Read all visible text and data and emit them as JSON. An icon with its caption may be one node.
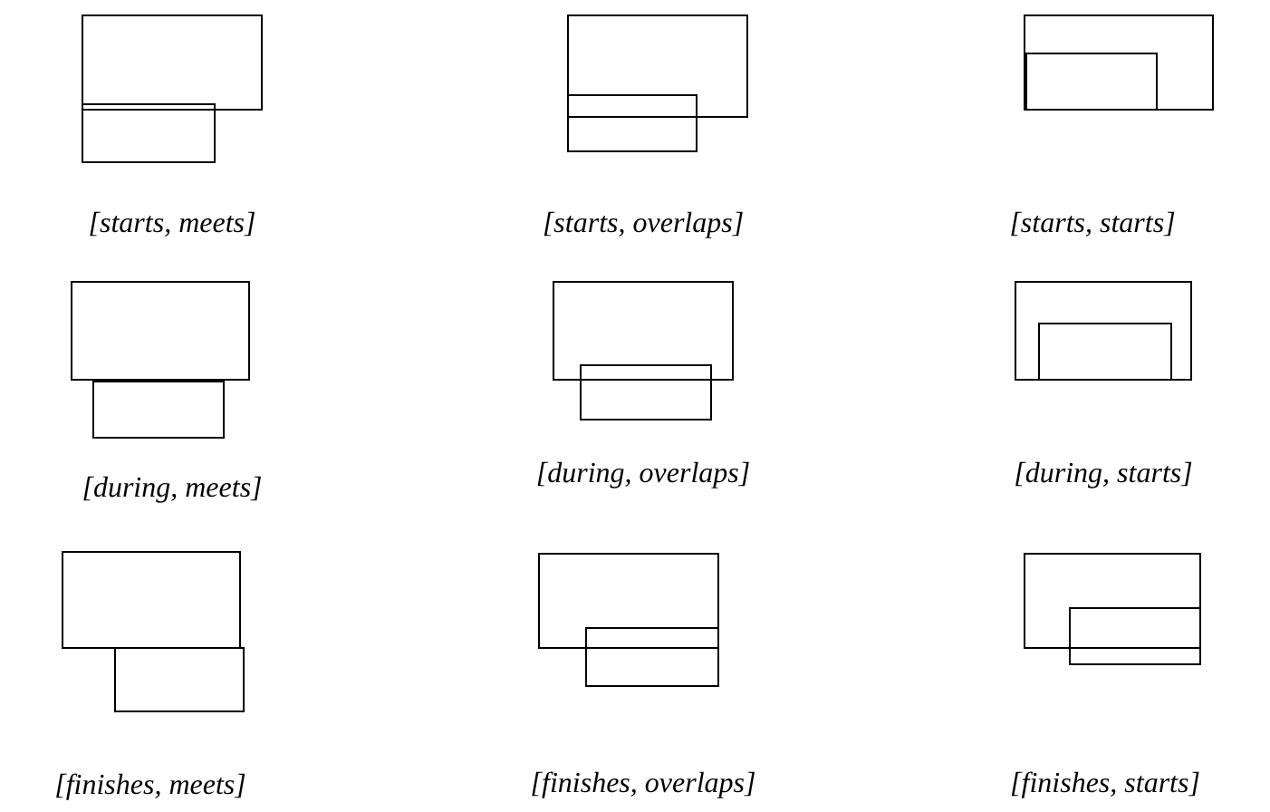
{
  "diagram": {
    "nodes": [
      {
        "text": [],
        "shape": "box"
      },
      {
        "text": [],
        "shape": "box"
      },
      {
        "text": [],
        "shape": "box"
      },
      {
        "text": [],
        "shape": "box"
      },
      {
        "text": [],
        "shape": "box"
      },
      {
        "text": [],
        "shape": "box",
        "in": 4
      },
      {
        "text": [],
        "shape": "box"
      },
      {
        "text": [],
        "shape": "box"
      },
      {
        "text": [],
        "shape": "box"
      },
      {
        "text": [],
        "shape": "box"
      },
      {
        "text": [],
        "shape": "box"
      },
      {
        "text": [],
        "shape": "box",
        "in": 10
      },
      {
        "text": [],
        "shape": "box"
      },
      {
        "text": [],
        "shape": "box"
      },
      {
        "text": [],
        "shape": "box"
      },
      {
        "text": [],
        "shape": "box"
      },
      {
        "text": [],
        "shape": "box"
      },
      {
        "text": [],
        "shape": "box"
      }
    ],
    "labels": [
      "[starts, meets]",
      "[starts, overlaps]",
      "[starts, starts]",
      "[during, meets]",
      "[during, overlaps]",
      "[during, starts]",
      "[finishes, meets]",
      "[finishes, overlaps]",
      "[finishes, starts]"
    ]
  }
}
